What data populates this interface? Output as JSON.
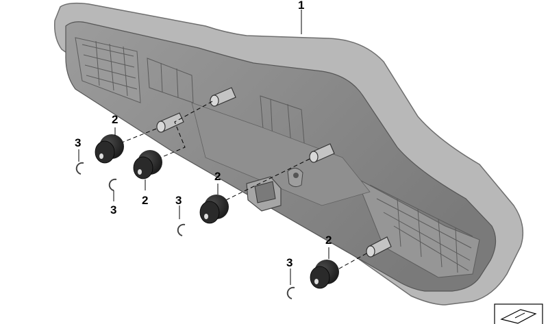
{
  "diagram": {
    "callouts": [
      "1",
      "2",
      "2",
      "2",
      "2",
      "3",
      "3",
      "3",
      "3"
    ],
    "parts": {
      "housing": "tail-light-housing",
      "bushing": "rubber-grommet",
      "clip": "retaining-clip",
      "connector": "electrical-connector"
    },
    "colors": {
      "housing_face": "#a3a3a3",
      "housing_edge": "#7c7c7c",
      "housing_back": "#8e8e8e",
      "grommet": "#1e1e1e",
      "grommet_face": "#3a3a3a",
      "line": "#000000"
    },
    "corner_icon": "part-symbol-icon"
  }
}
